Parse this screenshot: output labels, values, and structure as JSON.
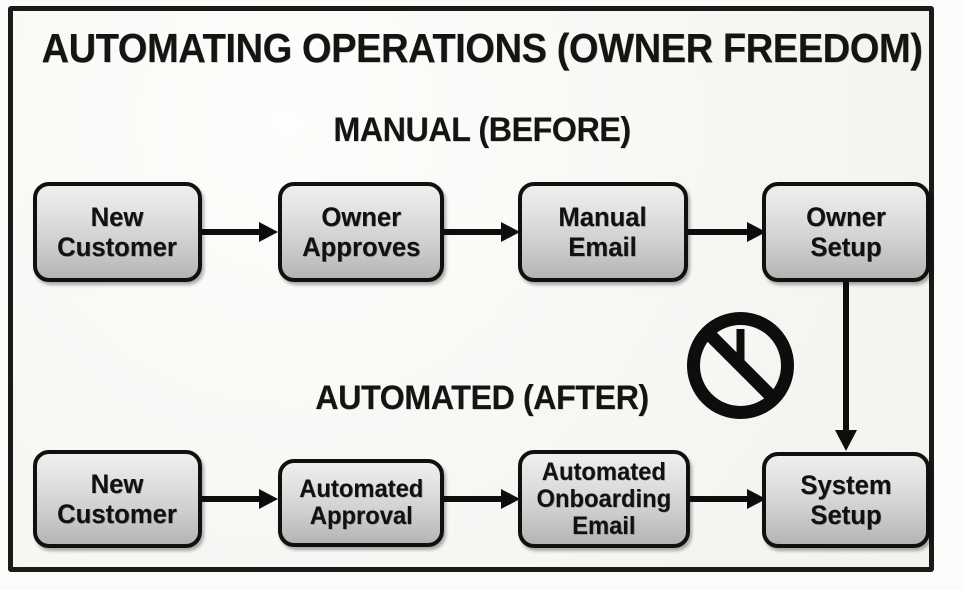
{
  "diagram": {
    "title": "AUTOMATING OPERATIONS (OWNER FREEDOM)",
    "sections": [
      {
        "id": "before",
        "heading": "MANUAL (BEFORE)"
      },
      {
        "id": "after",
        "heading": "AUTOMATED (AFTER)"
      }
    ],
    "manual_flow": [
      {
        "label": "New\nCustomer"
      },
      {
        "label": "Owner\nApproves"
      },
      {
        "label": "Manual\nEmail"
      },
      {
        "label": "Owner\nSetup"
      }
    ],
    "automated_flow": [
      {
        "label": "New\nCustomer"
      },
      {
        "label": "Automated\nApproval"
      },
      {
        "label": "Automated\nOnboarding\nEmail"
      },
      {
        "label": "System\nSetup"
      }
    ],
    "icons": {
      "no_time": "no-clock-icon"
    },
    "colors": {
      "frame": "#1a1a18",
      "paper": "#f7f7f4",
      "node_border": "#101010",
      "node_fill_top": "#eeeeec",
      "node_fill_bottom": "#b4b4b2",
      "text": "#111110",
      "arrow": "#0d0d0d"
    }
  }
}
